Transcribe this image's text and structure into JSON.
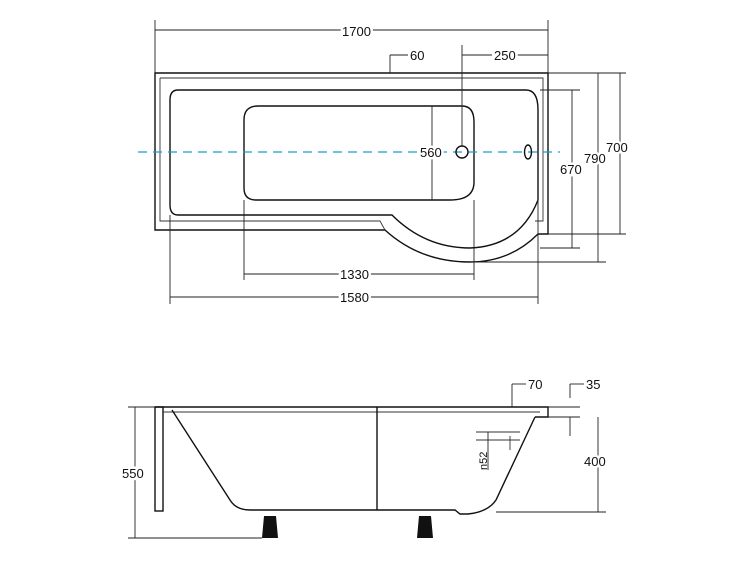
{
  "top_view": {
    "dims": {
      "overall_length": "1700",
      "rim_offset": "60",
      "drain_offset": "250",
      "depth_wide_end": "700",
      "depth_curve": "790",
      "inner_width_wide": "670",
      "inner_width": "560",
      "inner_length": "1330",
      "interior_length": "1580"
    }
  },
  "side_view": {
    "dims": {
      "height": "550",
      "rim_width": "70",
      "rim_thickness": "35",
      "depth": "400",
      "overflow": "n52"
    }
  },
  "colors": {
    "outline": "#111111",
    "axis": "#1a9ec9"
  }
}
